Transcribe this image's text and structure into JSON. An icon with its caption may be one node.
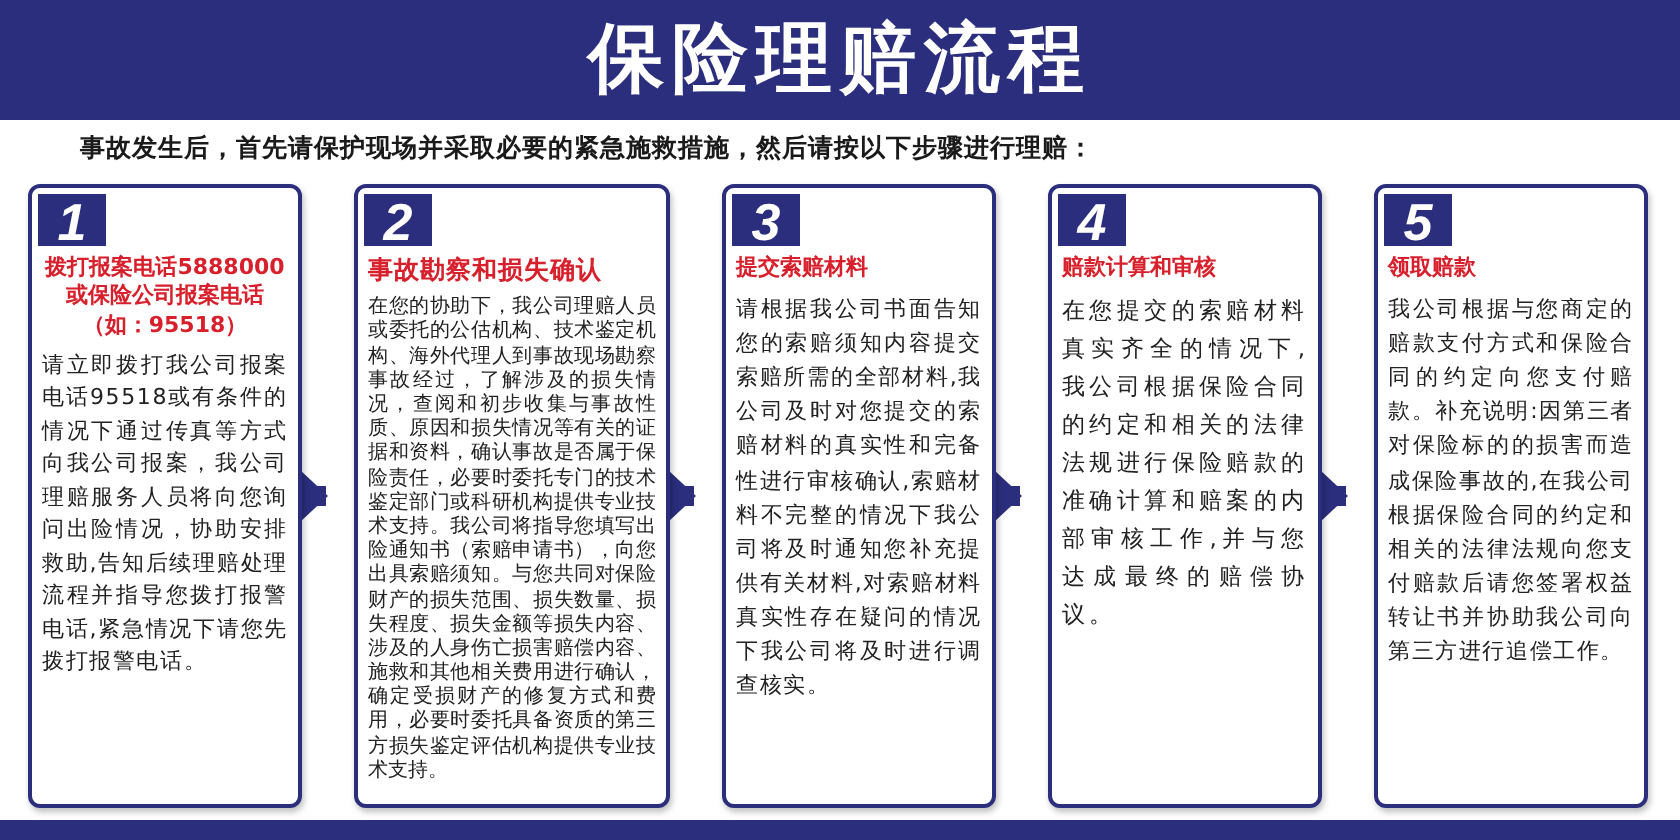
{
  "diagram": {
    "title": "保险理赔流程",
    "nodes": [
      {
        "text": [
          "1",
          "拨打报案电话5888000或保险公司报案电话（如：95518）",
          "请立即拨打我公司报案电话95518或有条件的情况下通过传真等方式向我公司报案，我公司理赔服务人员将向您询问出险情况，协助安排救助,告知后续理赔处理流程并指导您拨打报警电话,紧急情况下请您先拨打报警电话。"
        ]
      },
      {
        "text": [
          "2",
          "事故勘察和损失确认",
          "在您的协助下，我公司理赔人员或委托的公估机构、技术鉴定机构、海外代理人到事故现场勘察事故经过，了解涉及的损失情况，查阅和初步收集与事故性质、原因和损失情况等有关的证据和资料，确认事故是否属于保险责任，必要时委托专门的技术鉴定部门或科研机构提供专业技术支持。我公司将指导您填写出险通知书（索赔申请书），向您出具索赔须知。与您共同对保险财产的损失范围、损失数量、损失程度、损失金额等损失内容、涉及的人身伤亡损害赔偿内容、施救和其他相关费用进行确认，确定受损财产的修复方式和费用，必要时委托具备资质的第三方损失鉴定评估机构提供专业技术支持。"
        ]
      },
      {
        "text": [
          "3",
          "提交索赔材料",
          "请根据我公司书面告知您的索赔须知内容提交索赔所需的全部材料,我公司及时对您提交的索赔材料的真实性和完备性进行审核确认,索赔材料不完整的情况下我公司将及时通知您补充提供有关材料,对索赔材料真实性存在疑问的情况下我公司将及时进行调查核实。"
        ]
      },
      {
        "text": [
          "4",
          "赔款计算和审核",
          "在您提交的索赔材料真实齐全的情况下,我公司根据保险合同的约定和相关的法律法规进行保险赔款的准确计算和赔案的内部审核工作,并与您达成最终的赔偿协议。"
        ]
      },
      {
        "text": [
          "5",
          "领取赔款",
          "我公司根据与您商定的赔款支付方式和保险合同的约定向您支付赔款。补充说明:因第三者对保险标的的损害而造成保险事故的,在我公司根据保险合同的约定和相关的法律法规向您支付赔款后请您签署权益转让书并协助我公司向第三方进行追偿工作。"
        ]
      }
    ],
    "edges": [
      {
        "from": 0,
        "to": 1,
        "arrow": "to"
      },
      {
        "from": 1,
        "to": 2,
        "arrow": "to"
      },
      {
        "from": 2,
        "to": 3,
        "arrow": "to"
      },
      {
        "from": 3,
        "to": 4,
        "arrow": "to"
      }
    ],
    "labels": [
      "事故发生后，首先请保护现场并采取必要的紧急施救措施，然后请按以下步骤进行理赔："
    ]
  }
}
